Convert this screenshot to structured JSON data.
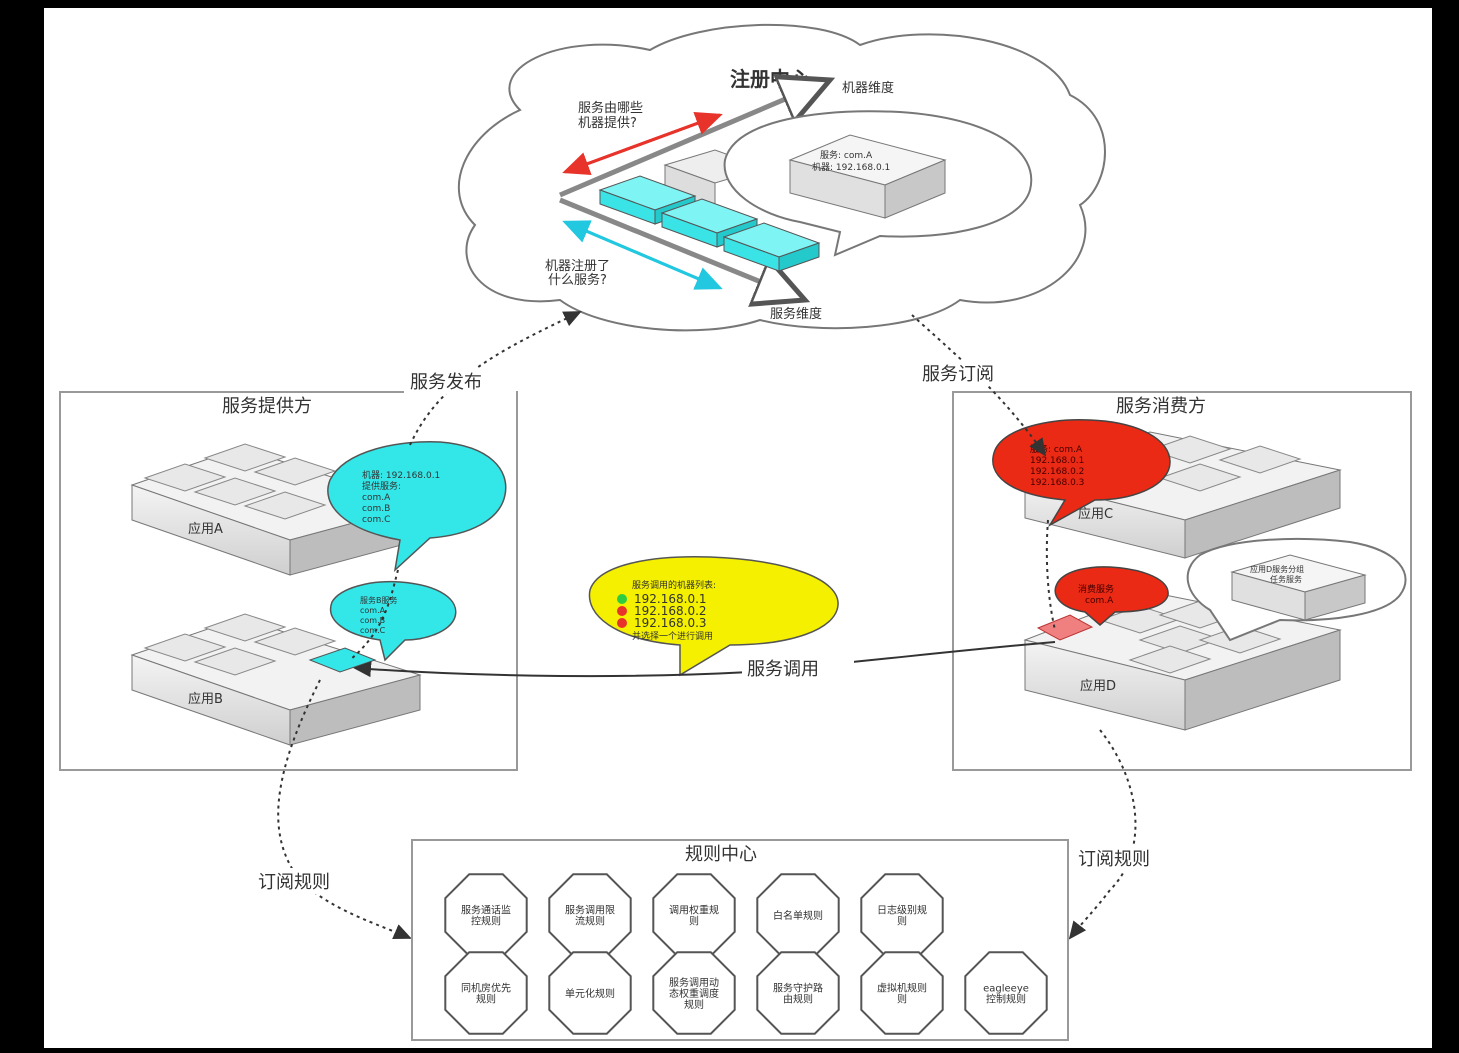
{
  "registry": {
    "title": "注册中心",
    "machine_dim": "机器维度",
    "service_dim": "服务维度",
    "q_top": [
      "服务由哪些",
      "机器提供?"
    ],
    "q_bottom": [
      "机器注册了",
      "什么服务?"
    ],
    "info_box": [
      "服务: com.A",
      "机器: 192.168.0.1"
    ]
  },
  "edges": {
    "publish": "服务发布",
    "subscribe": "服务订阅",
    "invoke": "服务调用",
    "rule_sub_left": "订阅规则",
    "rule_sub_right": "订阅规则"
  },
  "provider": {
    "title": "服务提供方",
    "app_a": "应用A",
    "app_b": "应用B",
    "bubble_a": [
      "机器: 192.168.0.1",
      "提供服务:",
      "com.A",
      "com.B",
      "com.C"
    ],
    "bubble_b": [
      "服务B服务",
      "com.A",
      "com.B",
      "com.C"
    ]
  },
  "consumer": {
    "title": "服务消费方",
    "app_c": "应用C",
    "app_d": "应用D",
    "bubble_c": [
      "服务: com.A",
      "192.168.0.1",
      "192.168.0.2",
      "192.168.0.3"
    ],
    "bubble_d": [
      "消费服务",
      "com.A"
    ],
    "cloud_d": [
      "应用D服务分组",
      "任务服务"
    ]
  },
  "invoke_bubble": {
    "header": "服务调用的机器列表:",
    "ips": [
      "192.168.0.1",
      "192.168.0.2",
      "192.168.0.3"
    ],
    "footer": "并选择一个进行调用",
    "status_colors": [
      "#2ecc40",
      "#e8332a",
      "#e8332a"
    ]
  },
  "rules": {
    "title": "规则中心",
    "row1": [
      [
        "服务通话监",
        "控规则"
      ],
      [
        "服务调用限",
        "流规则"
      ],
      [
        "调用权重规",
        "则"
      ],
      [
        "白名单规则"
      ],
      [
        "日志级别规",
        "则"
      ]
    ],
    "row2": [
      [
        "同机房优先",
        "规则"
      ],
      [
        "单元化规则"
      ],
      [
        "服务调用动",
        "态权重调度",
        "规则"
      ],
      [
        "服务守护路",
        "由规则"
      ],
      [
        "虚拟机规则",
        "则"
      ],
      [
        "eagleeye",
        "控制规则"
      ]
    ]
  },
  "colors": {
    "cyan": "#33e6e8",
    "red": "#ea2a14",
    "yellow": "#f4f000",
    "line": "#666666"
  }
}
